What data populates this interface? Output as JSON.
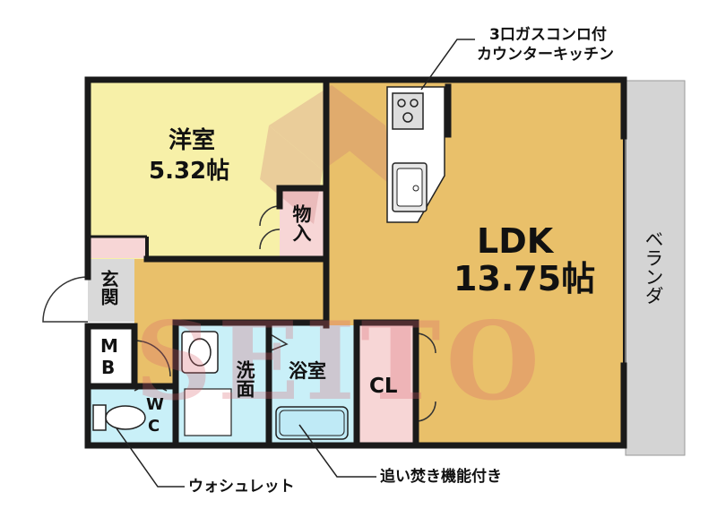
{
  "rooms": {
    "western": {
      "name": "洋室",
      "size": "5.32帖"
    },
    "ldk": {
      "name": "LDK",
      "size": "13.75帖"
    },
    "storage": "物入",
    "entrance": "玄関",
    "mb_top": "M",
    "mb_bottom": "B",
    "wc_top": "W",
    "wc_bottom": "C",
    "washroom": "洗面",
    "bathroom": "浴室",
    "closet": "CL",
    "balcony": "ベランダ"
  },
  "annotations": {
    "kitchen_line1": "3口ガスコンロ付",
    "kitchen_line2": "カウンターキッチン",
    "toilet": "ウォシュレット",
    "bath": "追い焚き機能付き"
  },
  "watermark": "SEITO",
  "colors": {
    "western": "#f7f0a8",
    "ldk": "#e9c06a",
    "wet": "#c9f0f8",
    "closet": "#f7d6d6",
    "balcony": "#d4d4d4",
    "wall": "#1a1a1a",
    "watermark": "#d8606a"
  }
}
